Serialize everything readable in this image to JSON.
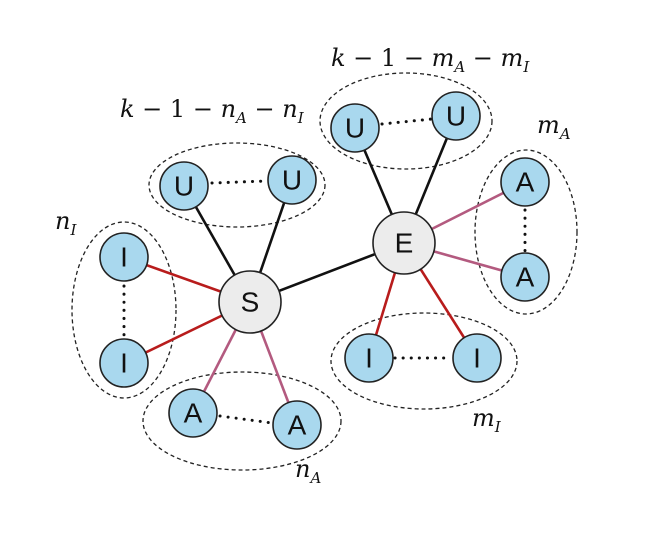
{
  "colors": {
    "leaf_fill": "#a9d8ee",
    "hub_fill": "#ececec",
    "edge_black": "#111111",
    "edge_red": "#b81c1c",
    "edge_mauve": "#b35a7f"
  },
  "nodes": {
    "hub_s": "S",
    "hub_e": "E",
    "u": "U",
    "a": "A",
    "i": "I"
  },
  "labels": {
    "s_u_count": {
      "k": "k",
      "minus1": " − 1 − ",
      "n": "n",
      "sub_a": "A",
      "minus2": " − ",
      "n2": "n",
      "sub_i": "I"
    },
    "e_u_count": {
      "k": "k",
      "minus1": " − 1 − ",
      "m": "m",
      "sub_a": "A",
      "minus2": " − ",
      "m2": "m",
      "sub_i": "I"
    },
    "n_i": {
      "base": "n",
      "sub": "I"
    },
    "n_a": {
      "base": "n",
      "sub": "A"
    },
    "m_a": {
      "base": "m",
      "sub": "A"
    },
    "m_i": {
      "base": "m",
      "sub": "I"
    }
  }
}
